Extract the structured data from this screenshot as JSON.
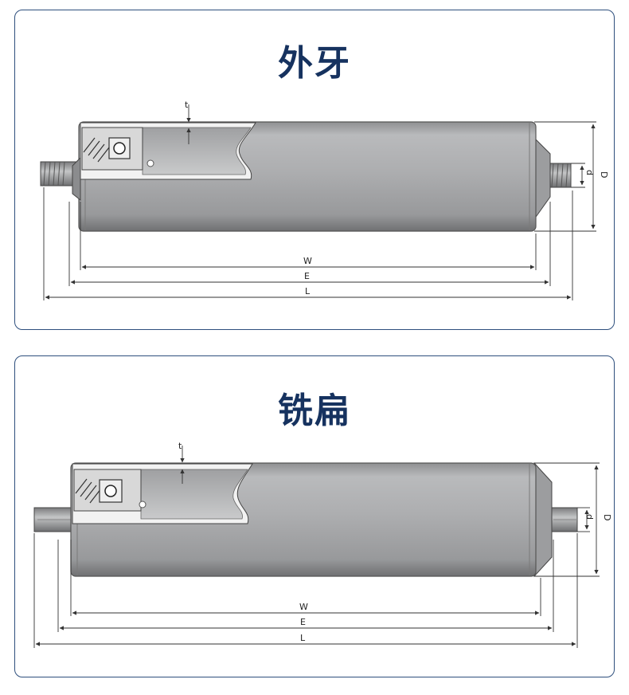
{
  "panels": [
    {
      "title": "外牙",
      "shaft_end": "threaded",
      "labels": {
        "t": "t",
        "d": "d",
        "D": "D",
        "W": "W",
        "E": "E",
        "L": "L"
      }
    },
    {
      "title": "铣扁",
      "shaft_end": "milled-flat",
      "labels": {
        "t": "t",
        "d": "d",
        "D": "D",
        "W": "W",
        "E": "E",
        "L": "L"
      }
    }
  ],
  "colors": {
    "border": "#2e4f7d",
    "title": "#16325f",
    "roller_body": "#a9aaac",
    "dimension_line": "#333333"
  }
}
